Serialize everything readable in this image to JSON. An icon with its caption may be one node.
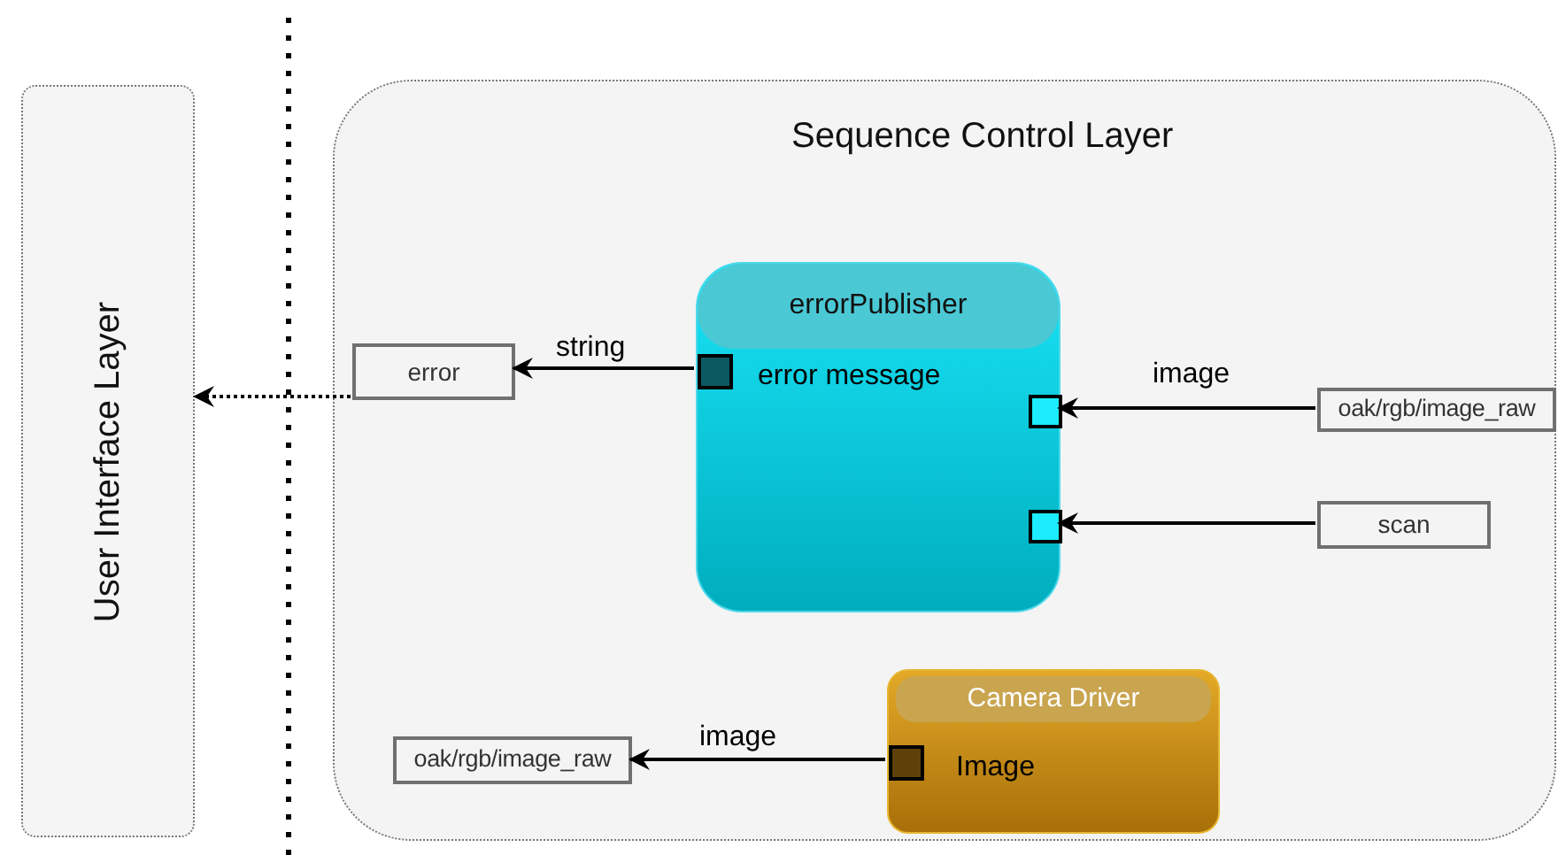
{
  "diagram": {
    "nodes": [
      {
        "text": [
          "User Interface Layer"
        ]
      },
      {
        "text": [
          "Sequence Control Layer"
        ]
      },
      {
        "text": [
          "errorPublisher",
          "error message"
        ],
        "in": 1
      },
      {
        "text": [],
        "shape": "box",
        "in": 2
      },
      {
        "text": [],
        "shape": "box",
        "in": 2
      },
      {
        "text": [],
        "shape": "box",
        "in": 2
      },
      {
        "text": [
          "error"
        ],
        "in": 1
      },
      {
        "text": [
          "oak/rgb/image_raw"
        ],
        "in": 1
      },
      {
        "text": [
          "scan"
        ],
        "in": 1
      },
      {
        "text": [
          "Camera Driver",
          "Image"
        ],
        "in": 1
      },
      {
        "text": [],
        "shape": "box",
        "in": 9
      },
      {
        "text": [
          "oak/rgb/image_raw"
        ],
        "in": 1
      }
    ],
    "edges": [
      {
        "from": 3,
        "to": 6,
        "arrow": "to",
        "label": "string"
      },
      {
        "from": 7,
        "to": 4,
        "arrow": "to",
        "label": "image"
      },
      {
        "from": 8,
        "to": 5,
        "arrow": "to"
      },
      {
        "from": 10,
        "to": 11,
        "arrow": "to",
        "label": "image"
      },
      {
        "from": 6,
        "to": 0,
        "arrow": "to",
        "style": "dashed"
      }
    ]
  }
}
